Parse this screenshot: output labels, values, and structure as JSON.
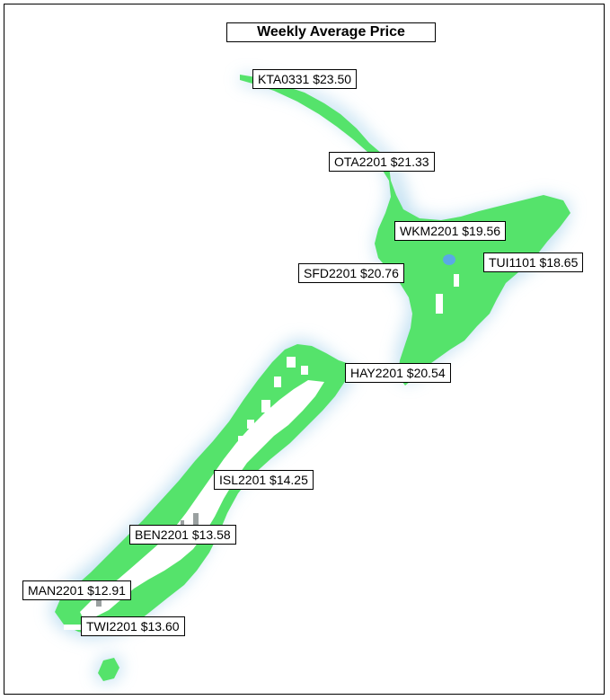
{
  "title": "Weekly Average Price",
  "colors": {
    "land": "#55e36b",
    "highland": "#ffffff",
    "lake": "#5aa9e6",
    "glow": "#b9dcf0",
    "border": "#000000"
  },
  "nodes": [
    {
      "id": "kta",
      "label": "KTA0331 $23.50"
    },
    {
      "id": "ota",
      "label": "OTA2201 $21.33"
    },
    {
      "id": "wkm",
      "label": "WKM2201 $19.56"
    },
    {
      "id": "tui",
      "label": "TUI1101 $18.65"
    },
    {
      "id": "sfd",
      "label": "SFD2201 $20.76"
    },
    {
      "id": "hay",
      "label": "HAY2201 $20.54"
    },
    {
      "id": "isl",
      "label": "ISL2201 $14.25"
    },
    {
      "id": "ben",
      "label": "BEN2201 $13.58"
    },
    {
      "id": "man",
      "label": "MAN2201 $12.91"
    },
    {
      "id": "twi",
      "label": "TWI2201 $13.60"
    }
  ]
}
